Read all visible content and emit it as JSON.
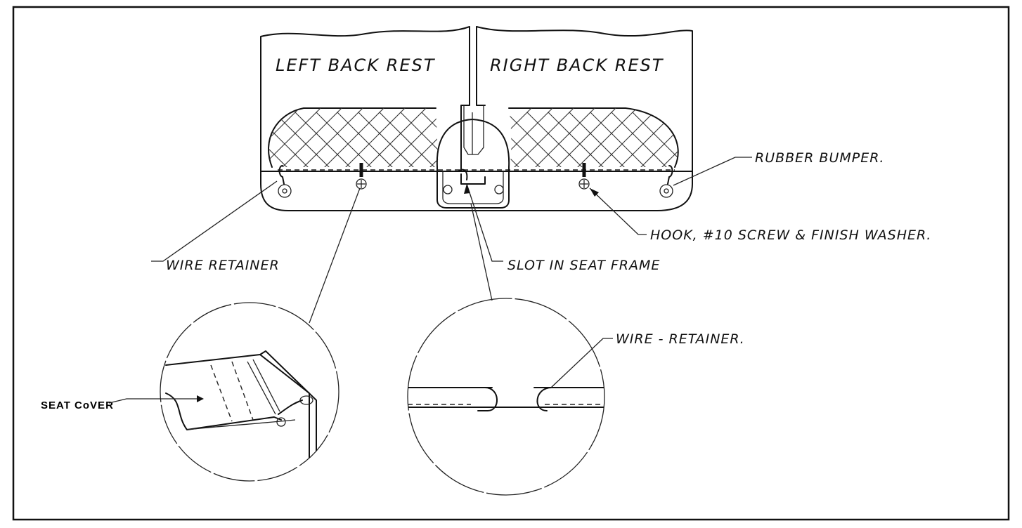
{
  "labels": {
    "left_back_rest": "LEFT BACK REST",
    "right_back_rest": "RIGHT BACK REST",
    "rubber_bumper": "RUBBER BUMPER.",
    "hook_screw_washer": "HOOK, #10 SCREW & FINISH WASHER.",
    "wire_retainer_top": "WIRE RETAINER",
    "slot_in_seat_frame": "SLOT IN SEAT FRAME",
    "wire_retainer_detail": "WIRE - RETAINER.",
    "seat_cover": "SEAT CoVER"
  }
}
